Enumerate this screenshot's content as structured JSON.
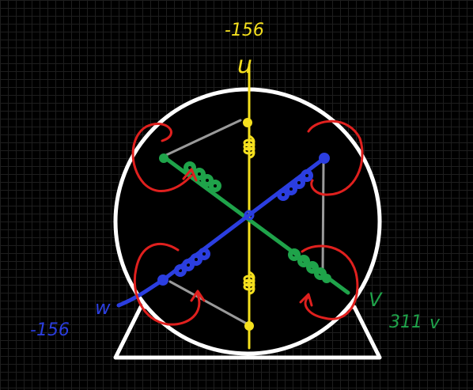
{
  "labels": {
    "u_voltage": "-156",
    "u_phase": "u",
    "w_phase": "w",
    "w_voltage": "-156",
    "v_phase": "V",
    "v_voltage": "311",
    "v_unit": "v"
  },
  "colors": {
    "background": "#000000",
    "grid": "#1e1e1e",
    "stator": "#ffffff",
    "phase_u": "#f5e01e",
    "phase_v": "#1fa34a",
    "phase_w": "#2b3ee0",
    "connector": "#9a9a9a",
    "field_loop": "#e0201e"
  }
}
